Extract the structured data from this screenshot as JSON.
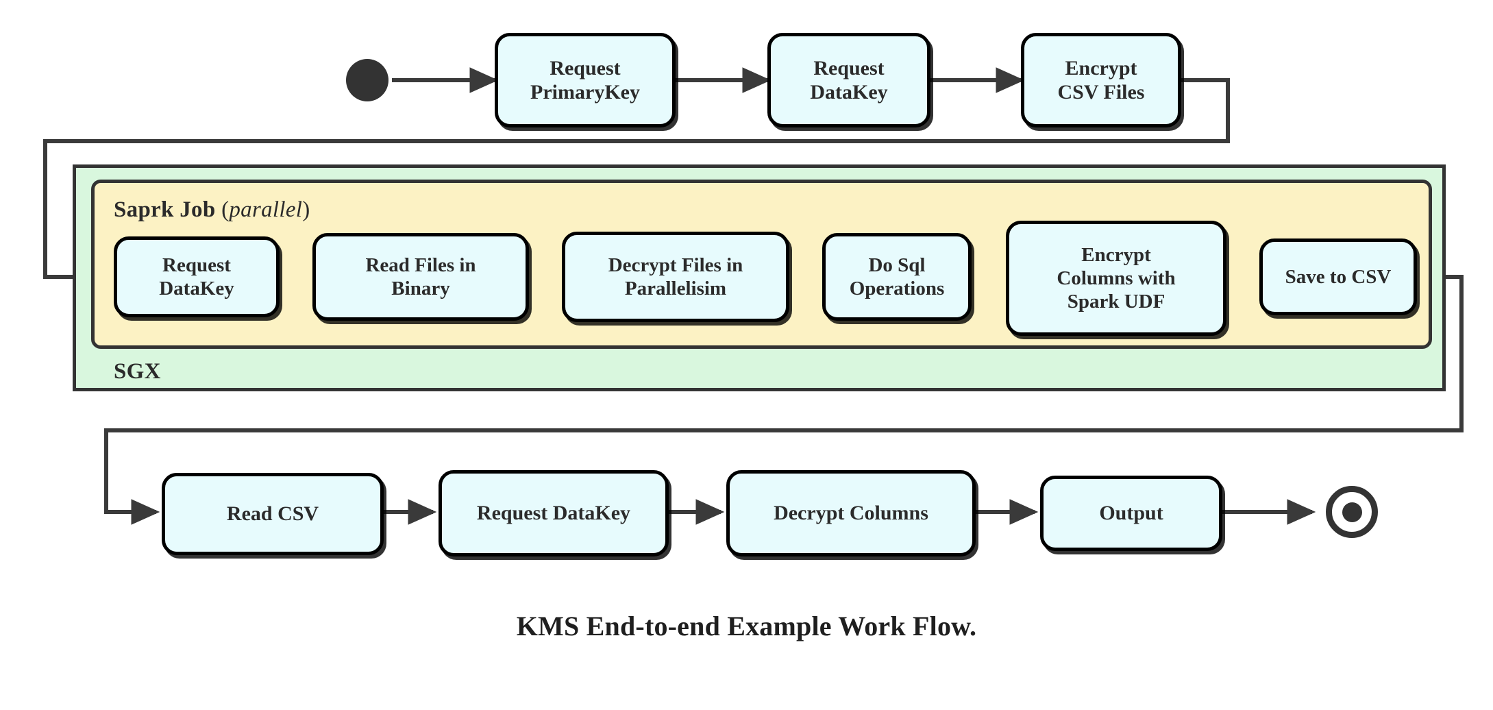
{
  "diagram": {
    "caption": "KMS End-to-end Example Work Flow.",
    "colors": {
      "node_fill": "#e7fbfd",
      "node_stroke": "#000000",
      "sgx_fill": "#d9f7de",
      "spark_fill": "#fcf2c4",
      "group_stroke": "#333333",
      "wire": "#3a3a3a",
      "text": "#2b2b2b",
      "page_background": "#ffffff"
    },
    "groups": [
      {
        "id": "sgx",
        "label": "SGX",
        "sub_label": "",
        "sub_label_paren": false
      },
      {
        "id": "spark",
        "label": "Saprk Job",
        "sub_label": "parallel",
        "sub_label_paren": true
      }
    ],
    "terminators": {
      "start": "start-node",
      "end": "end-node"
    },
    "rows": [
      {
        "id": "row-top",
        "nodes": [
          {
            "id": "request-primarykey",
            "lines": [
              "Request",
              "PrimaryKey"
            ]
          },
          {
            "id": "request-datakey-top",
            "lines": [
              "Request",
              "DataKey"
            ]
          },
          {
            "id": "encrypt-csv-files",
            "lines": [
              "Encrypt",
              "CSV Files"
            ]
          }
        ]
      },
      {
        "id": "row-spark",
        "nodes": [
          {
            "id": "request-datakey-spark",
            "lines": [
              "Request",
              "DataKey"
            ]
          },
          {
            "id": "read-files-in-binary",
            "lines": [
              "Read Files in",
              "Binary"
            ]
          },
          {
            "id": "decrypt-files-in-parallelisim",
            "lines": [
              "Decrypt Files in",
              "Parallelisim"
            ]
          },
          {
            "id": "do-sql-operations",
            "lines": [
              "Do Sql",
              "Operations"
            ]
          },
          {
            "id": "encrypt-columns-with-spark-udf",
            "lines": [
              "Encrypt",
              "Columns with",
              "Spark UDF"
            ]
          },
          {
            "id": "save-to-csv",
            "lines": [
              "Save to CSV"
            ]
          }
        ]
      },
      {
        "id": "row-bottom",
        "nodes": [
          {
            "id": "read-csv",
            "lines": [
              "Read CSV"
            ]
          },
          {
            "id": "request-datakey-bottom",
            "lines": [
              "Request DataKey"
            ]
          },
          {
            "id": "decrypt-columns",
            "lines": [
              "Decrypt Columns"
            ]
          },
          {
            "id": "output",
            "lines": [
              "Output"
            ]
          }
        ]
      }
    ],
    "flow_order": [
      "start-node",
      "Request PrimaryKey",
      "Request DataKey",
      "Encrypt CSV Files",
      "Request DataKey",
      "Read Files in Binary",
      "Decrypt Files in Parallelisim",
      "Do Sql Operations",
      "Encrypt Columns with Spark UDF",
      "Save to CSV",
      "Read CSV",
      "Request DataKey",
      "Decrypt Columns",
      "Output",
      "end-node"
    ]
  }
}
